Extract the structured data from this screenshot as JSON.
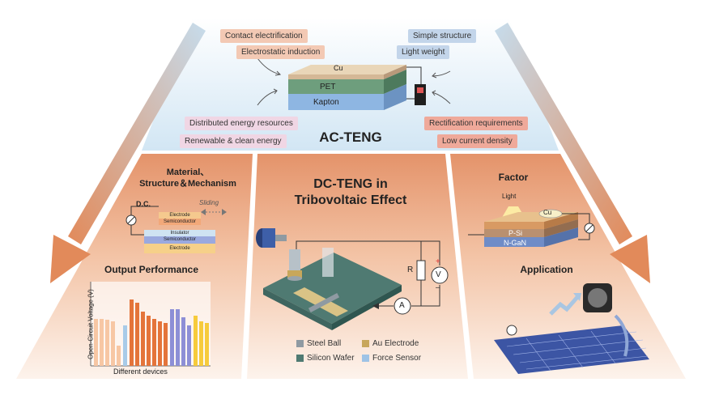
{
  "top": {
    "title": "AC-TENG",
    "labels": {
      "contact": "Contact electrification",
      "electrostatic": "Electrostatic induction",
      "distributed": "Distributed energy resources",
      "renewable": "Renewable & clean energy",
      "simple": "Simple structure",
      "light": "Light weight",
      "rectification": "Rectification requirements",
      "lowcurrent": "Low current density"
    },
    "layers": {
      "cu": "Cu",
      "pet": "PET",
      "kapton": "Kapton"
    }
  },
  "left": {
    "heading_line1": "Material、",
    "heading_line2": "Structure＆Mechanism",
    "dc": "D.C.",
    "sliding": "Sliding",
    "layers_top": [
      "Electrode",
      "Semiconductor"
    ],
    "layers_bottom": [
      "Insulator",
      "Semiconductor",
      "Electrode"
    ],
    "output_title": "Output Performance",
    "ylabel": "Open-Circuit Voltage (V)",
    "xlabel": "Different devices"
  },
  "chart_data": {
    "type": "bar",
    "ylabel": "Open-Circuit Voltage (V)",
    "xlabel": "Different devices",
    "ylim": [
      0,
      1
    ],
    "series": [
      {
        "color": "#f7c7a4",
        "values": [
          0.58,
          0.58,
          0.57,
          0.55,
          0.25
        ]
      },
      {
        "color": "#a8cbe8",
        "values": [
          0.5
        ]
      },
      {
        "color": "#e4743a",
        "values": [
          0.82,
          0.78,
          0.67,
          0.62,
          0.58,
          0.55,
          0.53
        ]
      },
      {
        "color": "#8d8fd6",
        "values": [
          0.7,
          0.7,
          0.6,
          0.5
        ]
      },
      {
        "color": "#f6cb3c",
        "values": [
          0.62,
          0.55,
          0.53
        ]
      }
    ]
  },
  "middle": {
    "title_line1": "DC-TENG in",
    "title_line2": "Tribovoltaic Effect",
    "r": "R",
    "v": "V",
    "a": "A",
    "plus": "+",
    "minus": "–",
    "legend": [
      {
        "label": "Steel Ball",
        "color": "#8f9aa2"
      },
      {
        "label": "Au Electrode",
        "color": "#c8a75b"
      },
      {
        "label": "Silicon Wafer",
        "color": "#4f7a72"
      },
      {
        "label": "Force Sensor",
        "color": "#9ec3e6"
      }
    ]
  },
  "right": {
    "factor": "Factor",
    "light": "Light",
    "cu": "Cu",
    "psi": "P-Si",
    "ngan": "N-GaN",
    "application": "Application"
  }
}
